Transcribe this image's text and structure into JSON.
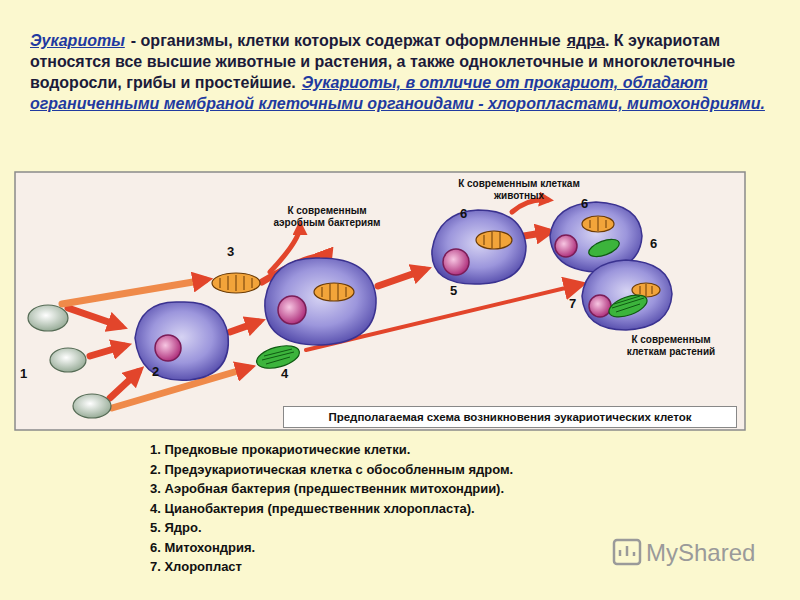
{
  "diagram": {
    "nodes": [
      {
        "text": [
          "Предполагаемая схема возникновения эукариотических клеток"
        ]
      }
    ],
    "labels": [
      "Эукариоты",
      "- организмы, клетки которых содержат оформленные",
      "ядра",
      ". К эукариотам относятся все высшие животные и растения, а также одноклеточные и многоклеточные водоросли, грибы и простейшие.",
      "Эукариоты, в отличие от прокариот, обладают ограниченными мембраной клеточными органоидами - хлоропластами, митохондриями.",
      "К современным аэробным бактериям",
      "К современным клеткам животных",
      "К современным клеткам растений",
      "1",
      "2",
      "3",
      "4",
      "5",
      "6",
      "6",
      "6",
      "7",
      "1. Предковые прокариотические клетки.",
      "2. Предэукариотическая клетка с обособленным ядром.",
      "3. Аэробная бактерия (предшественник митохондрии).",
      "4. Цианобактерия (предшественник хлоропласта).",
      "5. Ядро.",
      "6. Митохондрия.",
      "7. Хлоропласт",
      "MyShared"
    ]
  }
}
